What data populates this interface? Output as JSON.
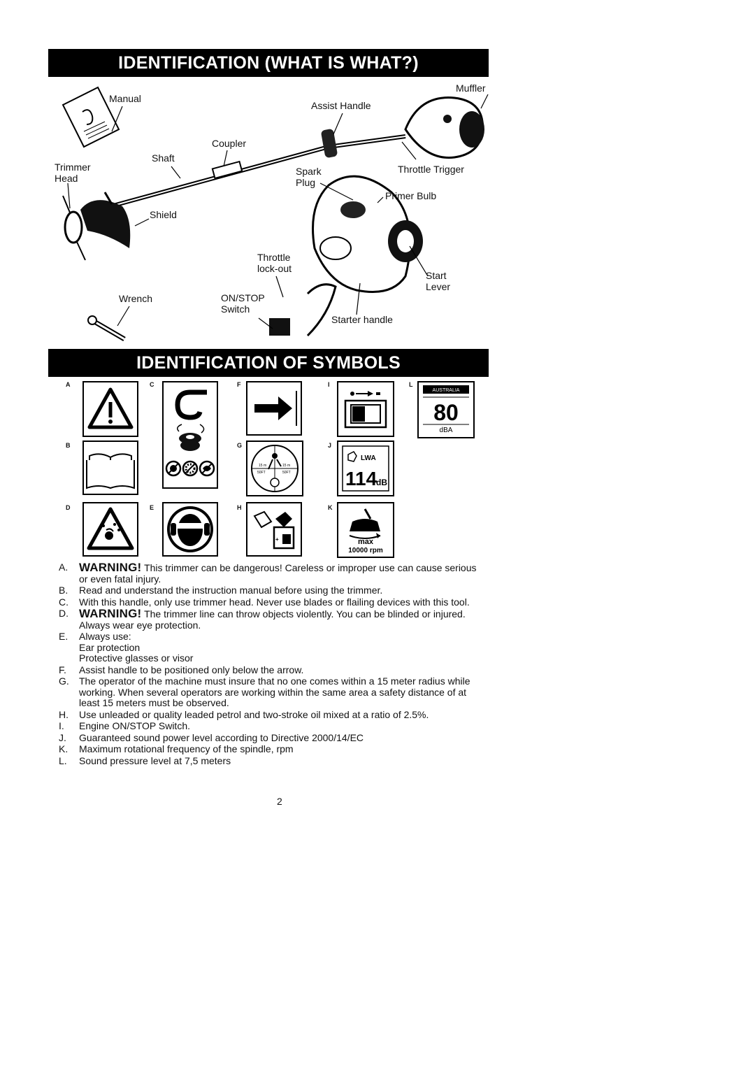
{
  "section1": {
    "title": "IDENTIFICATION  (WHAT IS WHAT?)"
  },
  "labels": {
    "manual": "Manual",
    "muffler": "Muffler",
    "assist_handle": "Assist Handle",
    "coupler": "Coupler",
    "shaft": "Shaft",
    "trimmer_head": "Trimmer\nHead",
    "spark_plug": "Spark\nPlug",
    "throttle_trigger": "Throttle Trigger",
    "primer_bulb": "Primer Bulb",
    "shield": "Shield",
    "throttle_lockout": "Throttle\nlock-out",
    "start_lever": "Start\nLever",
    "wrench": "Wrench",
    "onstop_switch": "ON/STOP\nSwitch",
    "starter_handle": "Starter handle"
  },
  "section2": {
    "title": "IDENTIFICATION OF SYMBOLS"
  },
  "symbols": {
    "letters": {
      "A": "A",
      "B": "B",
      "C": "C",
      "D": "D",
      "E": "E",
      "F": "F",
      "G": "G",
      "H": "H",
      "I": "I",
      "J": "J",
      "K": "K",
      "L": "L"
    },
    "g_15m_left": "15 m",
    "g_15m_right": "15 m",
    "g_50ft_left": "50FT",
    "g_50ft_right": "50FT",
    "j_lwa": "LWA",
    "j_value": "114",
    "j_unit": "dB",
    "k_max": "max",
    "k_rpm": "10000 rpm",
    "l_country": "AUSTRALIA",
    "l_value": "80",
    "l_unit": "dBA"
  },
  "descriptions": [
    {
      "key": "A.",
      "warn": "WARNING!",
      "text": " This trimmer can be dangerous! Careless or improper use can cause serious or even fatal injury."
    },
    {
      "key": "B.",
      "warn": "",
      "text": "Read and understand the instruction manual before using the trimmer."
    },
    {
      "key": "C.",
      "warn": "",
      "text": "With this handle, only use trimmer head. Never use blades or flailing devices with this tool."
    },
    {
      "key": "D.",
      "warn": "WARNING!",
      "text": " The trimmer line can throw objects violently. You can be blinded or injured. Always wear eye protection."
    },
    {
      "key": "E.",
      "warn": "",
      "text": "Always use:\nEar protection\nProtective glasses or visor"
    },
    {
      "key": "F.",
      "warn": "",
      "text": "Assist handle to be positioned only below the arrow."
    },
    {
      "key": "G.",
      "warn": "",
      "text": "The operator of the machine must insure that no one comes within a 15 meter radius while working. When several operators are working within the same area a safety distance of at least 15 meters must be observed."
    },
    {
      "key": "H.",
      "warn": "",
      "text": "Use unleaded or quality leaded petrol and two-stroke oil mixed at a ratio of 2.5%."
    },
    {
      "key": "I.",
      "warn": "",
      "text": "Engine ON/STOP Switch."
    },
    {
      "key": "J.",
      "warn": "",
      "text": "Guaranteed sound power level according to Directive 2000/14/EC"
    },
    {
      "key": "K.",
      "warn": "",
      "text": "Maximum rotational frequency of the spindle, rpm"
    },
    {
      "key": "L.",
      "warn": "",
      "text": "Sound pressure level at 7,5 meters"
    }
  ],
  "page_number": "2"
}
